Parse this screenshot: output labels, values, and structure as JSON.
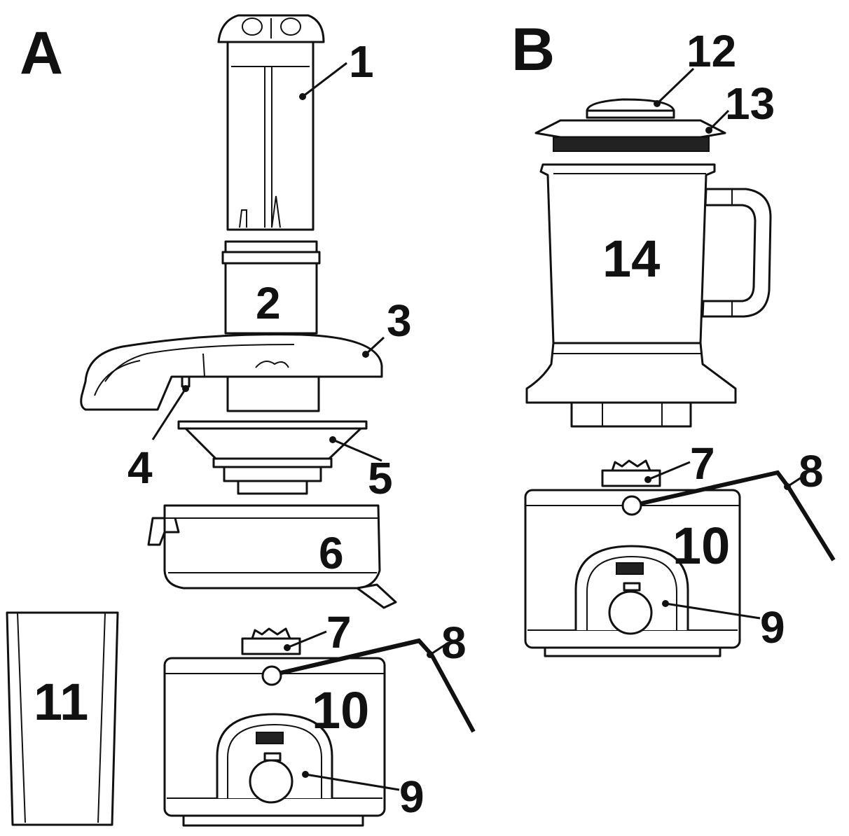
{
  "sections": {
    "a": "A",
    "b": "B"
  },
  "labels": {
    "a1": "1",
    "a2": "2",
    "a3": "3",
    "a4": "4",
    "a5": "5",
    "a6": "6",
    "a7": "7",
    "a8": "8",
    "a9": "9",
    "a10": "10",
    "a11": "11",
    "b7": "7",
    "b8": "8",
    "b9": "9",
    "b10": "10",
    "b12": "12",
    "b13": "13",
    "b14": "14"
  }
}
